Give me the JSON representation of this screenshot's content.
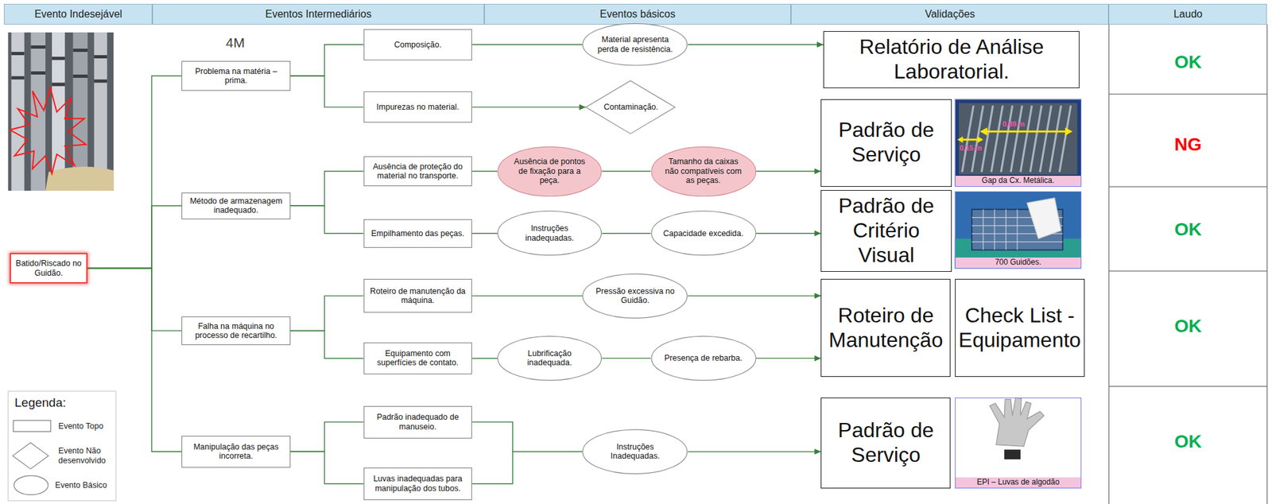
{
  "diagram": {
    "nodes": [
      {
        "text": [
          "Batido/Riscado no Guidão."
        ]
      },
      {
        "text": [
          "Problema na matéria – prima."
        ]
      },
      {
        "text": [
          "Composição."
        ]
      },
      {
        "text": [
          "Material apresenta perda de resistência."
        ]
      },
      {
        "text": [
          "Relatório de Análise Laboratorial."
        ]
      },
      {
        "text": [
          "Impurezas no material."
        ]
      },
      {
        "text": [
          "Contaminação."
        ]
      },
      {
        "text": [
          "Método de armazenagem inadequado."
        ]
      },
      {
        "text": [
          "Ausência de proteção do material no transporte."
        ]
      },
      {
        "text": [
          "Ausência de pontos de fixação para a peça."
        ]
      },
      {
        "text": [
          "Tamanho da caixas não compatíveis com as peças."
        ]
      },
      {
        "text": [
          "Padrão de Serviço"
        ]
      },
      {
        "text": [
          "0,89 m",
          "0,15 m",
          "Gap da Cx. Metálica."
        ]
      },
      {
        "text": [
          "Empilhamento das peças."
        ]
      },
      {
        "text": [
          "Instruções inadequadas."
        ]
      },
      {
        "text": [
          "Capacidade excedida."
        ]
      },
      {
        "text": [
          "Padrão de Critério Visual"
        ]
      },
      {
        "text": [
          "700 Guidões."
        ]
      },
      {
        "text": [
          "Falha na máquina no processo de recartilho."
        ]
      },
      {
        "text": [
          "Roteiro de manutenção da máquina."
        ]
      },
      {
        "text": [
          "Pressão excessiva no Guidão."
        ]
      },
      {
        "text": [
          "Roteiro de Manutenção"
        ]
      },
      {
        "text": [
          "Check List - Equipamento"
        ]
      },
      {
        "text": [
          "Equipamento com superfícies de contato."
        ]
      },
      {
        "text": [
          "Lubrificação inadequada."
        ]
      },
      {
        "text": [
          "Presença de rebarba."
        ]
      },
      {
        "text": [
          "Manipulação das peças incorreta."
        ]
      },
      {
        "text": [
          "Padrão inadequado de manuseio."
        ]
      },
      {
        "text": [
          "Luvas inadequadas para manipulação dos tubos."
        ]
      },
      {
        "text": [
          "Instruções Inadequadas."
        ]
      },
      {
        "text": [
          "Padrão de Serviço"
        ]
      },
      {
        "text": [
          "EPI – Luvas de algodão"
        ]
      }
    ],
    "edges": [
      {
        "from": 0,
        "to": 1,
        "arrow": "none"
      },
      {
        "from": 0,
        "to": 7,
        "arrow": "none"
      },
      {
        "from": 0,
        "to": 18,
        "arrow": "none"
      },
      {
        "from": 0,
        "to": 26,
        "arrow": "none"
      },
      {
        "from": 1,
        "to": 2,
        "arrow": "none"
      },
      {
        "from": 1,
        "to": 5,
        "arrow": "none"
      },
      {
        "from": 2,
        "to": 3,
        "arrow": "none"
      },
      {
        "from": 3,
        "to": 4,
        "arrow": "to"
      },
      {
        "from": 5,
        "to": 6,
        "arrow": "to"
      },
      {
        "from": 7,
        "to": 8,
        "arrow": "none"
      },
      {
        "from": 7,
        "to": 13,
        "arrow": "none"
      },
      {
        "from": 8,
        "to": 9,
        "arrow": "none"
      },
      {
        "from": 9,
        "to": 10,
        "arrow": "none"
      },
      {
        "from": 10,
        "to": 11,
        "arrow": "to"
      },
      {
        "from": 13,
        "to": 14,
        "arrow": "none"
      },
      {
        "from": 14,
        "to": 15,
        "arrow": "none"
      },
      {
        "from": 15,
        "to": 16,
        "arrow": "to"
      },
      {
        "from": 18,
        "to": 19,
        "arrow": "none"
      },
      {
        "from": 18,
        "to": 23,
        "arrow": "none"
      },
      {
        "from": 19,
        "to": 20,
        "arrow": "none"
      },
      {
        "from": 20,
        "to": 21,
        "arrow": "to"
      },
      {
        "from": 23,
        "to": 24,
        "arrow": "none"
      },
      {
        "from": 24,
        "to": 25,
        "arrow": "none"
      },
      {
        "from": 25,
        "to": 21,
        "arrow": "to"
      },
      {
        "from": 26,
        "to": 27,
        "arrow": "none"
      },
      {
        "from": 26,
        "to": 28,
        "arrow": "none"
      },
      {
        "from": 27,
        "to": 29,
        "arrow": "none"
      },
      {
        "from": 28,
        "to": 29,
        "arrow": "none"
      },
      {
        "from": 29,
        "to": 30,
        "arrow": "to"
      }
    ],
    "labels": [
      "Evento Indesejável",
      "Eventos Intermediários",
      "Eventos básicos",
      "Validações",
      "Laudo",
      "4M",
      "Legenda:",
      "OK",
      "NG",
      "OK",
      "OK",
      "OK"
    ],
    "legend": [
      {
        "text": "Evento Topo"
      },
      {
        "text": "Evento Não desenvolvido"
      },
      {
        "text": "Evento Básico"
      }
    ]
  }
}
